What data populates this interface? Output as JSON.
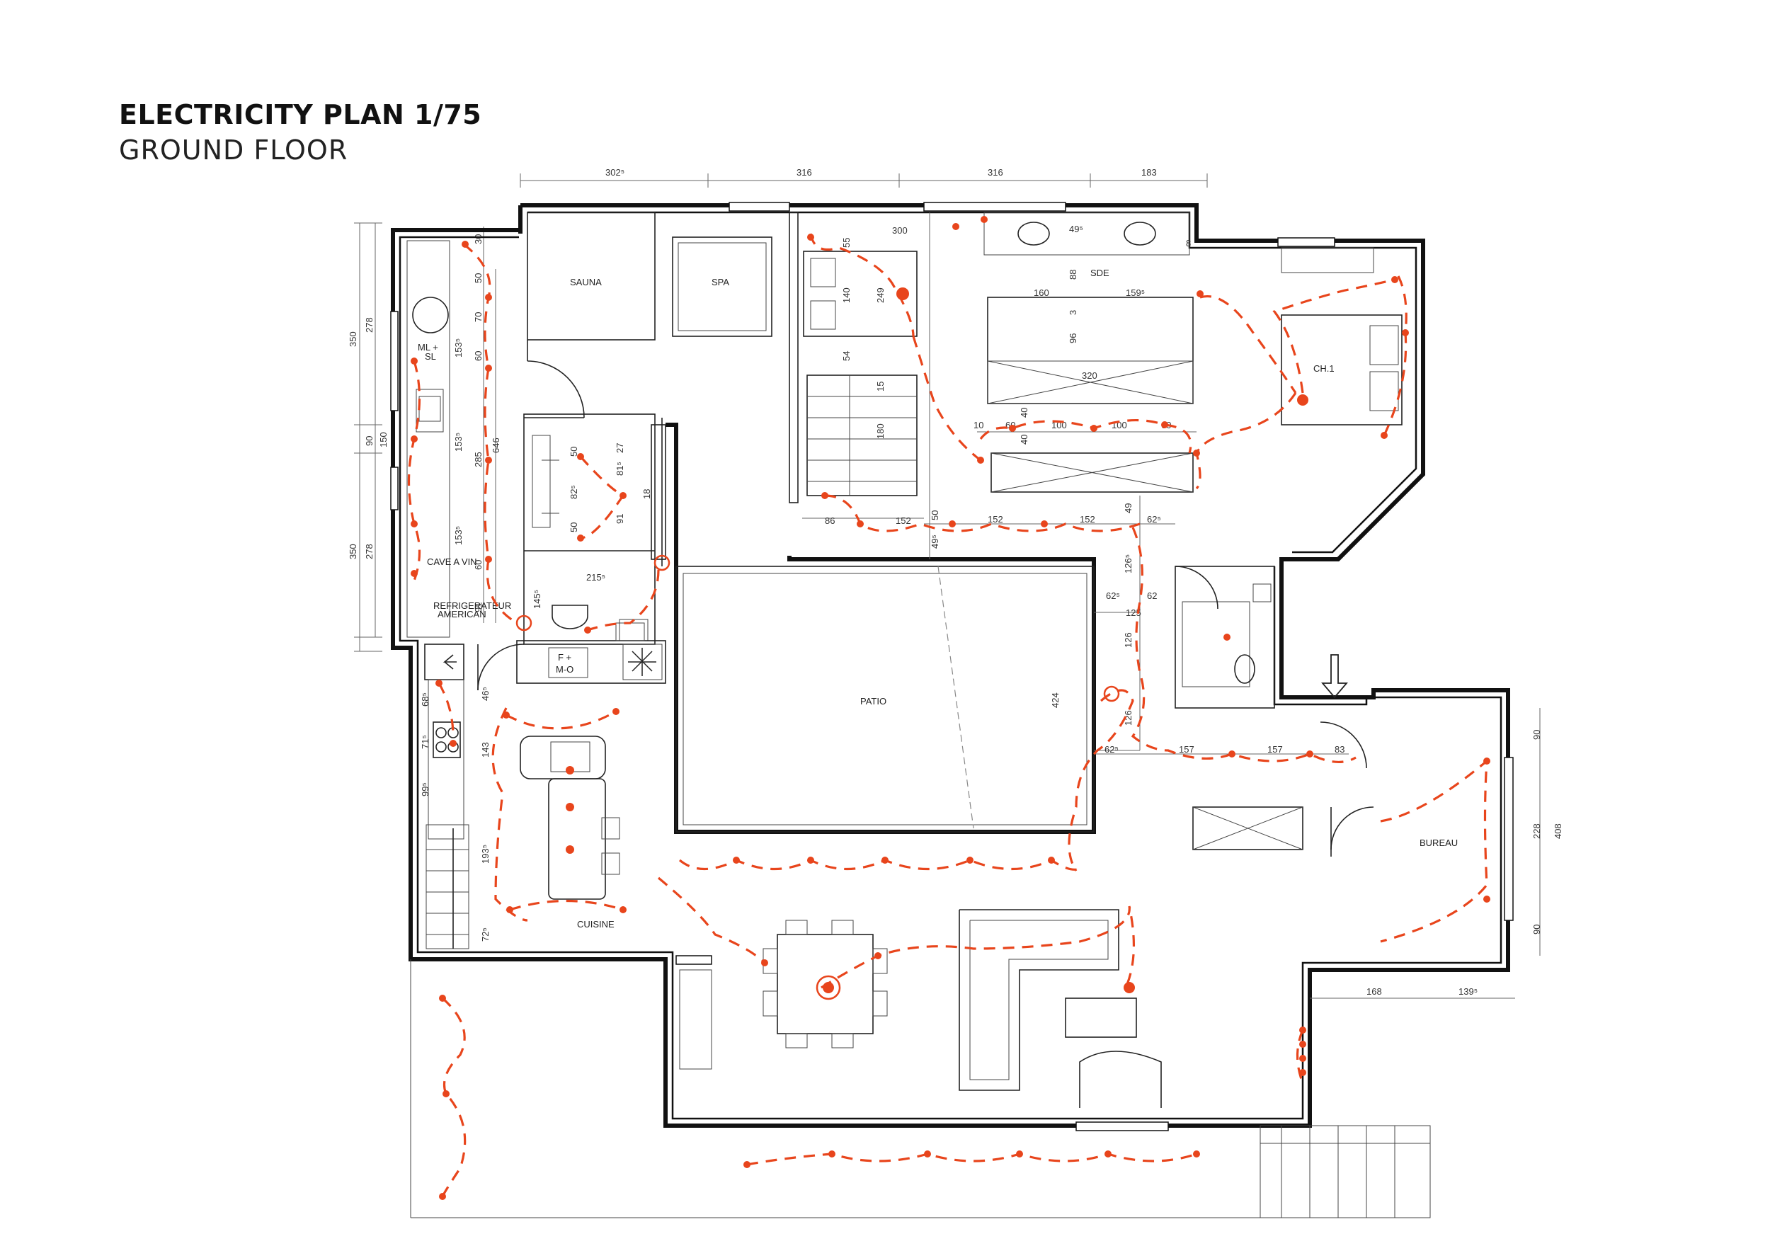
{
  "title": "ELECTRICITY PLAN 1/75",
  "subtitle": "GROUND FLOOR",
  "rooms": {
    "sauna": "SAUNA",
    "spa": "SPA",
    "sde": "SDE",
    "ch1": "CH.1",
    "patio": "PATIO",
    "cuisine": "CUISINE",
    "bureau": "BUREAU",
    "cave": "CAVE A VIN",
    "fridge1": "REFRIGERATEUR",
    "fridge2": "AMERICAN",
    "ml1": "ML +",
    "ml2": "SL",
    "fmo1": "F +",
    "fmo2": "M-O"
  },
  "dims": {
    "top1": "302⁵",
    "top2": "316",
    "top3": "316",
    "top4": "183",
    "left_350a": "350",
    "left_278a": "278",
    "left_90": "90",
    "left_150": "150",
    "left_350b": "350",
    "left_278b": "278",
    "d30": "30",
    "d50": "50",
    "d70": "70",
    "d60a": "60",
    "d153a": "153⁵",
    "d153b": "153⁵",
    "d285": "285",
    "d646": "646",
    "d153c": "153⁵",
    "d60b": "60",
    "d91": "91",
    "d300": "300",
    "d55": "55",
    "d140": "140",
    "d249": "249",
    "d54": "54",
    "d15": "15",
    "d180": "180",
    "d49a": "49⁵",
    "d8": "8",
    "d88": "88",
    "d160": "160",
    "d159": "159⁵",
    "d3": "3",
    "d96": "96",
    "d320": "320",
    "d10": "10",
    "d60c": "60",
    "d40a": "40",
    "d100a": "100",
    "d100b": "100",
    "d60d": "60",
    "d40b": "40",
    "d86": "86",
    "d152a": "152",
    "d50b": "50",
    "d152b": "152",
    "d152c": "152",
    "d49b": "49",
    "d62a": "62⁵",
    "d49c": "49⁵",
    "d126a": "126⁵",
    "d62b": "62⁵",
    "d62c": "62",
    "d125": "125",
    "d126b": "126",
    "d424": "424",
    "d126c": "126",
    "d62d": "62⁵",
    "d157a": "157",
    "d157b": "157",
    "d83": "83",
    "d27": "27",
    "d50c": "50",
    "d81": "81⁵",
    "d18": "18",
    "d82": "82⁵",
    "d91b": "91",
    "d50d": "50",
    "d215": "215⁵",
    "d145": "145⁵",
    "d46": "46⁵",
    "d68": "68⁵",
    "d71": "71⁵",
    "d99": "99⁵",
    "d143": "143",
    "d193": "193⁵",
    "d72": "72⁵",
    "d90a": "90",
    "d228": "228",
    "d408": "408",
    "d90b": "90",
    "d168": "168",
    "d139": "139⁵"
  }
}
